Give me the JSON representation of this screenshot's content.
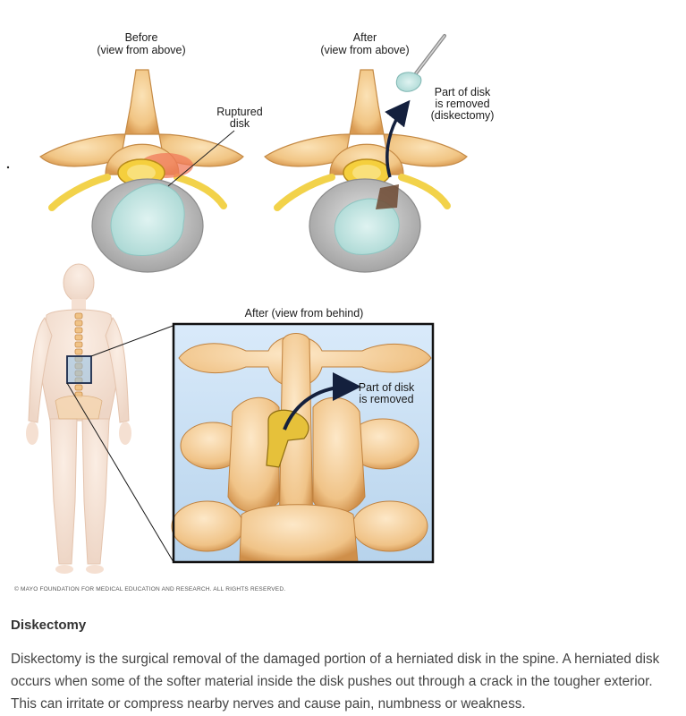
{
  "figure": {
    "before_label_line1": "Before",
    "before_label_line2": "(view from above)",
    "after_label_line1": "After",
    "after_label_line2": "(view from above)",
    "ruptured_line1": "Ruptured",
    "ruptured_line2": "disk",
    "removed_above_line1": "Part of disk",
    "removed_above_line2": "is removed",
    "removed_above_line3": "(diskectomy)",
    "behind_label": "After (view from behind)",
    "removed_behind_line1": "Part of disk",
    "removed_behind_line2": "is removed",
    "copyright": "© MAYO FOUNDATION FOR MEDICAL EDUCATION AND RESEARCH. ALL RIGHTS RESERVED."
  },
  "caption": {
    "title": "Diskectomy",
    "body": "Diskectomy is the surgical removal of the damaged portion of a herniated disk in the spine. A herniated disk occurs when some of the softer material inside the disk pushes out through a crack in the tougher exterior. This can irritate or compress nearby nerves and cause pain, numbness or weakness."
  },
  "colors": {
    "bone": "#f3c98d",
    "disk_outer": "#c9c9c9",
    "disk_inner": "#bfe3e0",
    "nerve": "#f2d24a",
    "inflamed": "#f07a5a",
    "panel_bg": "#cfe3f4",
    "arrow": "#14203d"
  }
}
